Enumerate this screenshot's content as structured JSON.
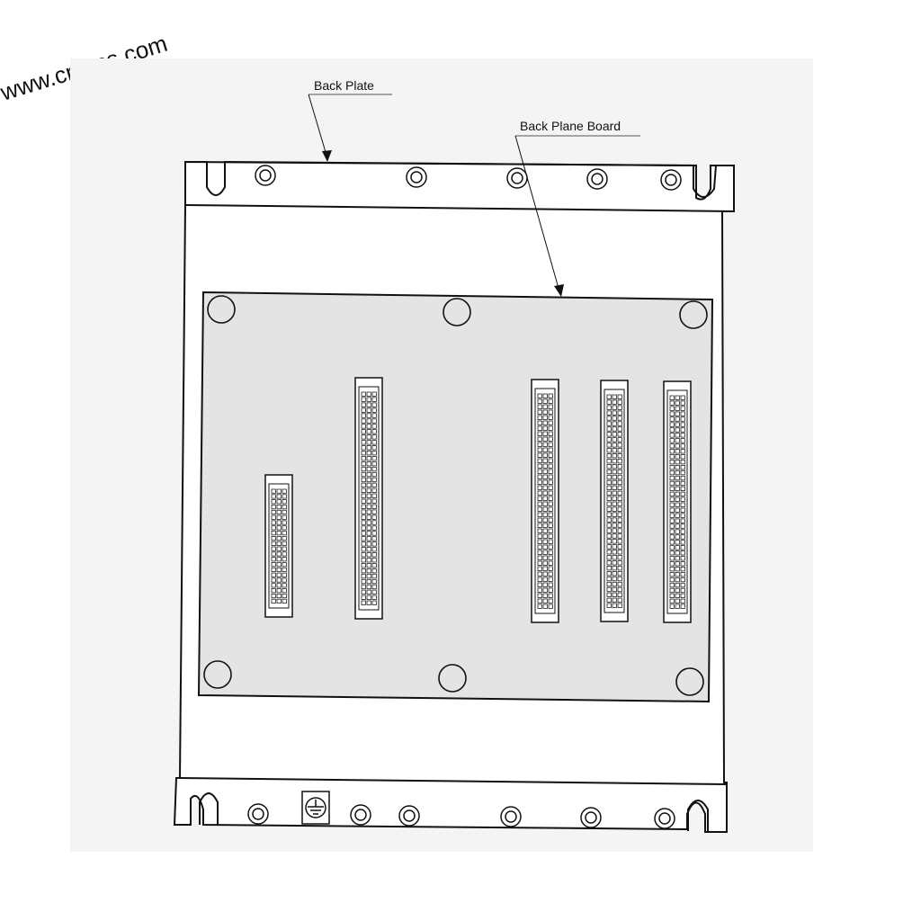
{
  "watermark": "www.cniacs.com",
  "labels": {
    "back_plate": "Back Plate",
    "back_plane_board": "Back Plane Board"
  },
  "connectors": [
    {
      "id": "slot-1",
      "pins_rows": 22,
      "pins_cols": 3
    },
    {
      "id": "slot-2",
      "pins_rows": 40,
      "pins_cols": 3
    },
    {
      "id": "slot-3",
      "pins_rows": 40,
      "pins_cols": 3
    },
    {
      "id": "slot-4",
      "pins_rows": 40,
      "pins_cols": 3
    },
    {
      "id": "slot-5",
      "pins_rows": 40,
      "pins_cols": 3
    }
  ],
  "colors": {
    "outline": "#111111",
    "board_fill": "#e4e4e4",
    "plate_fill": "#f2f2f2",
    "connector_fill": "#ffffff"
  },
  "icons": [
    "mounting-screw-icon",
    "ground-symbol-icon",
    "mounting-hole-icon"
  ]
}
